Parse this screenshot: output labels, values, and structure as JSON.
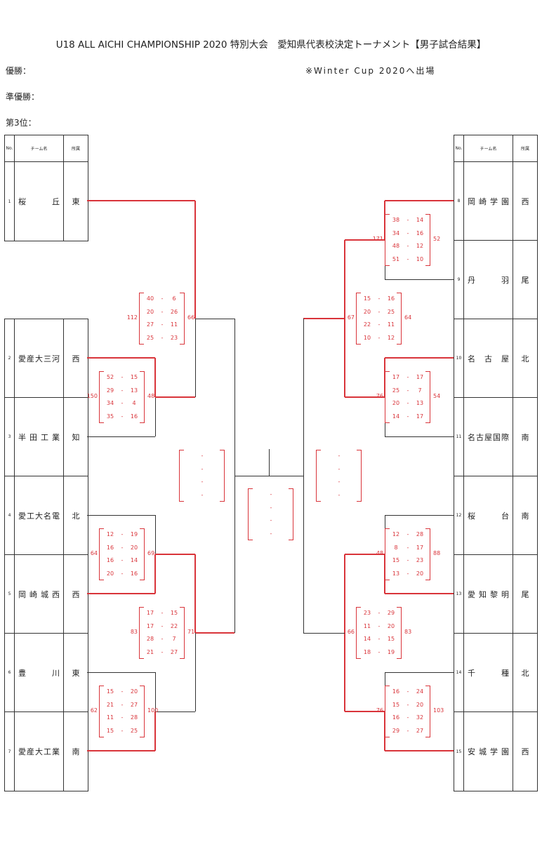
{
  "document": {
    "title": "U18 ALL AICHI CHAMPIONSHIP 2020 特別大会　愛知県代表校決定トーナメント【男子試合結果】",
    "winner_label": "優勝：",
    "runner_up_label": "準優勝：",
    "third_label": "第3位：",
    "note": "※Winter Cup 2020へ出場"
  },
  "table_header": {
    "no": "No.",
    "team": "チーム名",
    "area": "所属"
  },
  "teams": [
    {
      "no": "1",
      "name": "桜丘",
      "area": "東"
    },
    {
      "no": "2",
      "name": "愛産大三河",
      "area": "西"
    },
    {
      "no": "3",
      "name": "半田工業",
      "area": "知"
    },
    {
      "no": "4",
      "name": "愛工大名電",
      "area": "北"
    },
    {
      "no": "5",
      "name": "岡崎城西",
      "area": "西"
    },
    {
      "no": "6",
      "name": "豊川",
      "area": "東"
    },
    {
      "no": "7",
      "name": "愛産大工業",
      "area": "南"
    },
    {
      "no": "8",
      "name": "岡崎学園",
      "area": "西"
    },
    {
      "no": "9",
      "name": "丹羽",
      "area": "尾"
    },
    {
      "no": "10",
      "name": "名古屋",
      "area": "北"
    },
    {
      "no": "11",
      "name": "名古屋国際",
      "area": "南"
    },
    {
      "no": "12",
      "name": "桜台",
      "area": "南"
    },
    {
      "no": "13",
      "name": "愛知黎明",
      "area": "尾"
    },
    {
      "no": "14",
      "name": "千種",
      "area": "北"
    },
    {
      "no": "15",
      "name": "安城学園",
      "area": "西"
    }
  ],
  "games": [
    {
      "id": "g-2v3",
      "total_a": "150",
      "total_b": "48",
      "quarters": [
        [
          "52",
          "15"
        ],
        [
          "29",
          "13"
        ],
        [
          "34",
          "4"
        ],
        [
          "35",
          "16"
        ]
      ]
    },
    {
      "id": "g-4v5",
      "total_a": "64",
      "total_b": "69",
      "quarters": [
        [
          "12",
          "19"
        ],
        [
          "16",
          "20"
        ],
        [
          "16",
          "14"
        ],
        [
          "20",
          "16"
        ]
      ]
    },
    {
      "id": "g-6v7",
      "total_a": "62",
      "total_b": "100",
      "quarters": [
        [
          "15",
          "20"
        ],
        [
          "21",
          "27"
        ],
        [
          "11",
          "28"
        ],
        [
          "15",
          "25"
        ]
      ]
    },
    {
      "id": "g-8v9",
      "total_a": "171",
      "total_b": "52",
      "quarters": [
        [
          "38",
          "14"
        ],
        [
          "34",
          "16"
        ],
        [
          "48",
          "12"
        ],
        [
          "51",
          "10"
        ]
      ]
    },
    {
      "id": "g-10v11",
      "total_a": "76",
      "total_b": "54",
      "quarters": [
        [
          "17",
          "17"
        ],
        [
          "25",
          "7"
        ],
        [
          "20",
          "13"
        ],
        [
          "14",
          "17"
        ]
      ]
    },
    {
      "id": "g-12v13",
      "total_a": "48",
      "total_b": "88",
      "quarters": [
        [
          "12",
          "28"
        ],
        [
          "8",
          "17"
        ],
        [
          "15",
          "23"
        ],
        [
          "13",
          "20"
        ]
      ]
    },
    {
      "id": "g-14v15",
      "total_a": "76",
      "total_b": "103",
      "quarters": [
        [
          "16",
          "24"
        ],
        [
          "15",
          "20"
        ],
        [
          "16",
          "32"
        ],
        [
          "29",
          "27"
        ]
      ]
    },
    {
      "id": "g-1vw23",
      "total_a": "112",
      "total_b": "66",
      "quarters": [
        [
          "40",
          "6"
        ],
        [
          "20",
          "26"
        ],
        [
          "27",
          "11"
        ],
        [
          "25",
          "23"
        ]
      ]
    },
    {
      "id": "g-w45vw67",
      "total_a": "83",
      "total_b": "71",
      "quarters": [
        [
          "17",
          "15"
        ],
        [
          "17",
          "22"
        ],
        [
          "28",
          "7"
        ],
        [
          "21",
          "27"
        ]
      ]
    },
    {
      "id": "g-w89vw1011",
      "total_a": "67",
      "total_b": "64",
      "quarters": [
        [
          "15",
          "16"
        ],
        [
          "20",
          "25"
        ],
        [
          "22",
          "11"
        ],
        [
          "10",
          "12"
        ]
      ]
    },
    {
      "id": "g-w1213vw1415",
      "total_a": "66",
      "total_b": "83",
      "quarters": [
        [
          "23",
          "29"
        ],
        [
          "11",
          "20"
        ],
        [
          "14",
          "15"
        ],
        [
          "18",
          "19"
        ]
      ]
    }
  ],
  "empty_score_marks": [
    "-",
    "-",
    "-",
    "-"
  ],
  "colors": {
    "result_red": "#d9343a",
    "line": "#333333"
  }
}
